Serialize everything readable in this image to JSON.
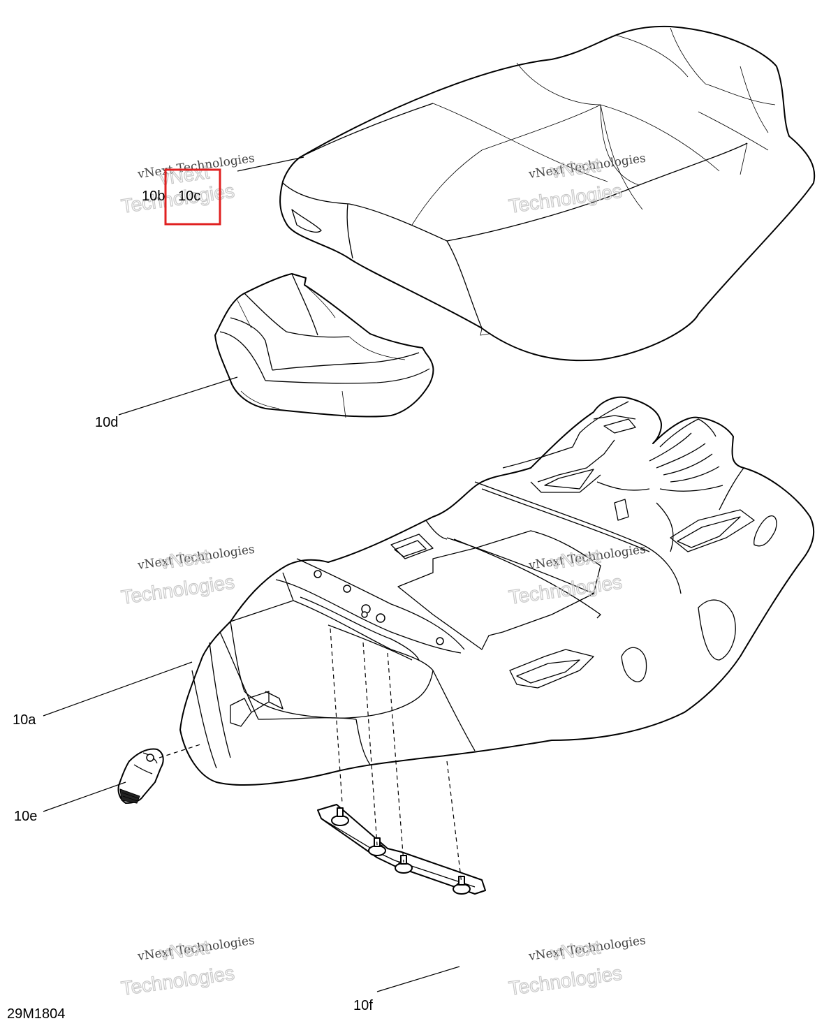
{
  "diagram_id": "29M1804",
  "highlight_color": "#e02020",
  "watermark": {
    "brand_small": "vNext Technologies",
    "big_line1": "vNext",
    "big_line2": "Technologies"
  },
  "parts": [
    {
      "label": "10a",
      "name": "seat-base"
    },
    {
      "label": "10b",
      "name": "seat-cover"
    },
    {
      "label": "10c",
      "name": "seat-foam"
    },
    {
      "label": "10d",
      "name": "rear-seat-panel"
    },
    {
      "label": "10e",
      "name": "latch"
    },
    {
      "label": "10f",
      "name": "fasteners"
    }
  ]
}
